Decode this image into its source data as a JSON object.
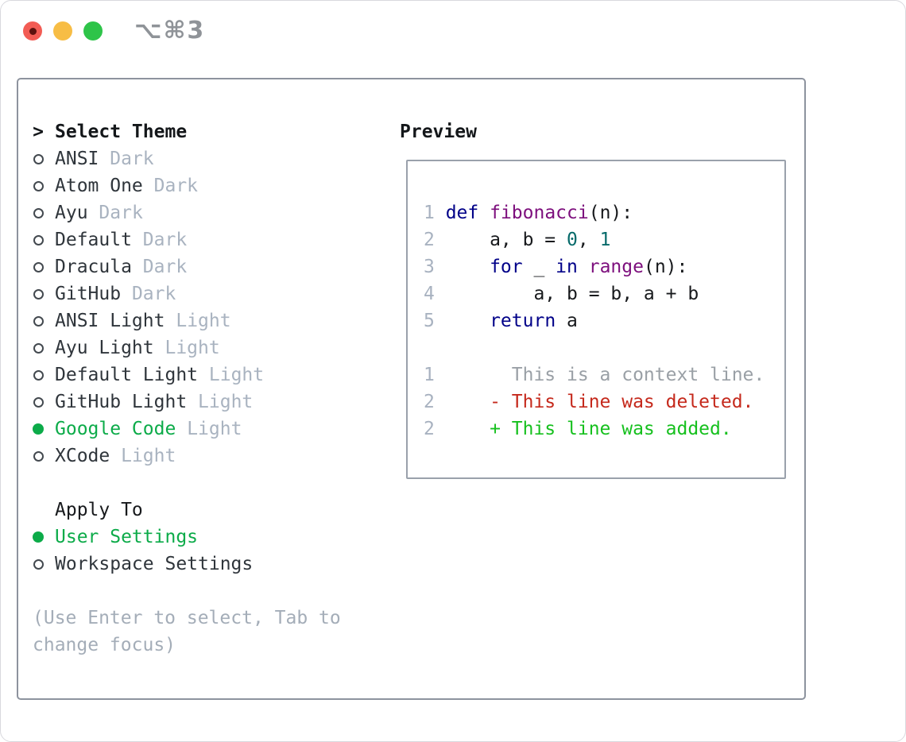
{
  "window": {
    "title": "⌥⌘3",
    "controls": [
      {
        "name": "close"
      },
      {
        "name": "minimize"
      },
      {
        "name": "maximize"
      }
    ]
  },
  "theme_selector": {
    "prompt": ">",
    "title": "Select Theme",
    "themes": [
      {
        "name": "ANSI",
        "variant": "Dark",
        "selected": false
      },
      {
        "name": "Atom One",
        "variant": "Dark",
        "selected": false
      },
      {
        "name": "Ayu",
        "variant": "Dark",
        "selected": false
      },
      {
        "name": "Default",
        "variant": "Dark",
        "selected": false
      },
      {
        "name": "Dracula",
        "variant": "Dark",
        "selected": false
      },
      {
        "name": "GitHub",
        "variant": "Dark",
        "selected": false
      },
      {
        "name": "ANSI Light",
        "variant": "Light",
        "selected": false
      },
      {
        "name": "Ayu Light",
        "variant": "Light",
        "selected": false
      },
      {
        "name": "Default Light",
        "variant": "Light",
        "selected": false
      },
      {
        "name": "GitHub Light",
        "variant": "Light",
        "selected": false
      },
      {
        "name": "Google Code",
        "variant": "Light",
        "selected": true
      },
      {
        "name": "XCode",
        "variant": "Light",
        "selected": false
      }
    ],
    "apply_to": {
      "title": "Apply To",
      "options": [
        {
          "name": "User Settings",
          "selected": true
        },
        {
          "name": "Workspace Settings",
          "selected": false
        }
      ]
    },
    "help_text": "(Use Enter to select, Tab to change focus)"
  },
  "preview": {
    "title": "Preview",
    "lines": [
      {
        "num": "1",
        "tokens": [
          {
            "t": "def",
            "c": "kw"
          },
          {
            "t": " ",
            "c": "pl"
          },
          {
            "t": "fibonacci",
            "c": "fn"
          },
          {
            "t": "(n):",
            "c": "pl"
          }
        ]
      },
      {
        "num": "2",
        "tokens": [
          {
            "t": "    a, b = ",
            "c": "pl"
          },
          {
            "t": "0",
            "c": "num"
          },
          {
            "t": ", ",
            "c": "pl"
          },
          {
            "t": "1",
            "c": "num"
          }
        ]
      },
      {
        "num": "3",
        "tokens": [
          {
            "t": "    ",
            "c": "pl"
          },
          {
            "t": "for",
            "c": "kw"
          },
          {
            "t": " _ ",
            "c": "pl"
          },
          {
            "t": "in",
            "c": "kw"
          },
          {
            "t": " ",
            "c": "pl"
          },
          {
            "t": "range",
            "c": "fn"
          },
          {
            "t": "(n):",
            "c": "pl"
          }
        ]
      },
      {
        "num": "4",
        "tokens": [
          {
            "t": "        a, b = b, a + b",
            "c": "pl"
          }
        ]
      },
      {
        "num": "5",
        "tokens": [
          {
            "t": "    ",
            "c": "pl"
          },
          {
            "t": "return",
            "c": "kw"
          },
          {
            "t": " a",
            "c": "pl"
          }
        ]
      },
      {
        "num": "",
        "tokens": []
      },
      {
        "num": "1",
        "tokens": [
          {
            "t": "      This is a context line.",
            "c": "ctx"
          }
        ]
      },
      {
        "num": "2",
        "tokens": [
          {
            "t": "    - This line was deleted.",
            "c": "del"
          }
        ]
      },
      {
        "num": "2",
        "tokens": [
          {
            "t": "    + This line was added.",
            "c": "add"
          }
        ]
      }
    ]
  },
  "colors": {
    "selection_green": "#0cab49",
    "added_green": "#16c01e",
    "deleted_red": "#c5291c",
    "context_gray": "#9aa0a6",
    "keyword_blue": "#000088",
    "function_purple": "#7d0f7d",
    "number_teal": "#066a6a",
    "muted_gray": "#a8b2c0",
    "panel_border": "#8d939e",
    "traffic_red": "#f25c54",
    "traffic_yellow": "#f7bd45",
    "traffic_green": "#2ec449"
  }
}
